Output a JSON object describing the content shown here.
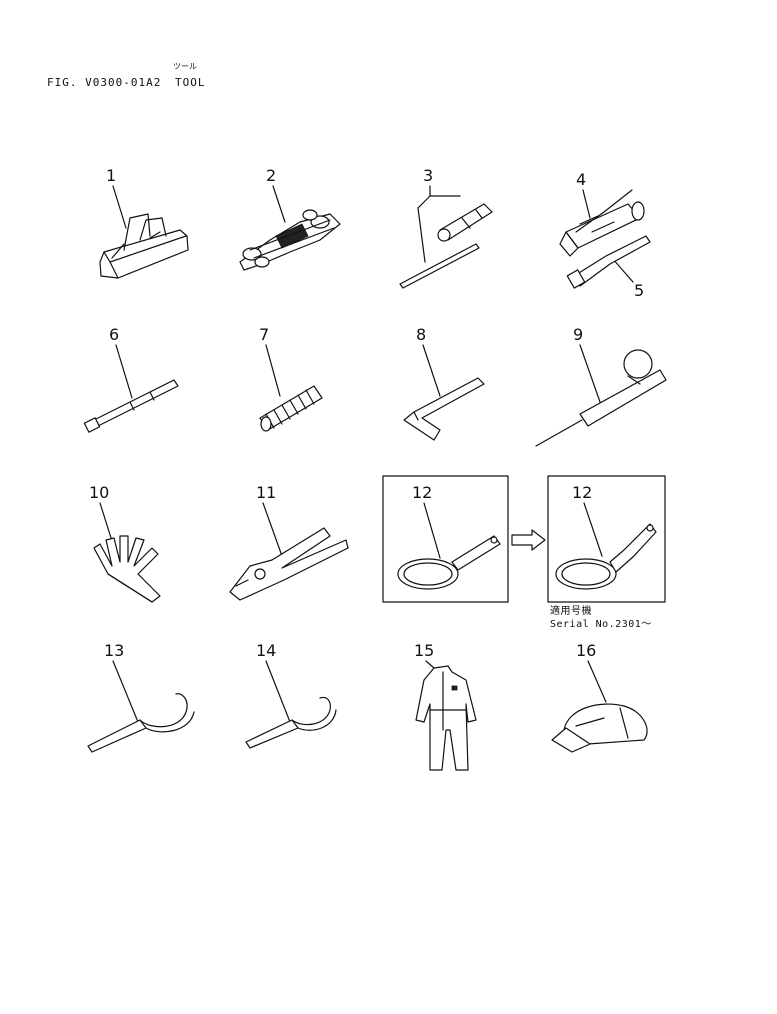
{
  "header": {
    "figure_id": "FIG. V0300-01A2",
    "title": "TOOL",
    "title_kana": "ツール"
  },
  "parts": [
    {
      "number": "1"
    },
    {
      "number": "2"
    },
    {
      "number": "3"
    },
    {
      "number": "4"
    },
    {
      "number": "5"
    },
    {
      "number": "6"
    },
    {
      "number": "7"
    },
    {
      "number": "8"
    },
    {
      "number": "9"
    },
    {
      "number": "10"
    },
    {
      "number": "11"
    },
    {
      "number": "12"
    },
    {
      "number": "12"
    },
    {
      "number": "13"
    },
    {
      "number": "14"
    },
    {
      "number": "15"
    },
    {
      "number": "16"
    }
  ],
  "serial_note": {
    "label_jp": "適用号機",
    "label_en": "Serial No.2301～"
  }
}
